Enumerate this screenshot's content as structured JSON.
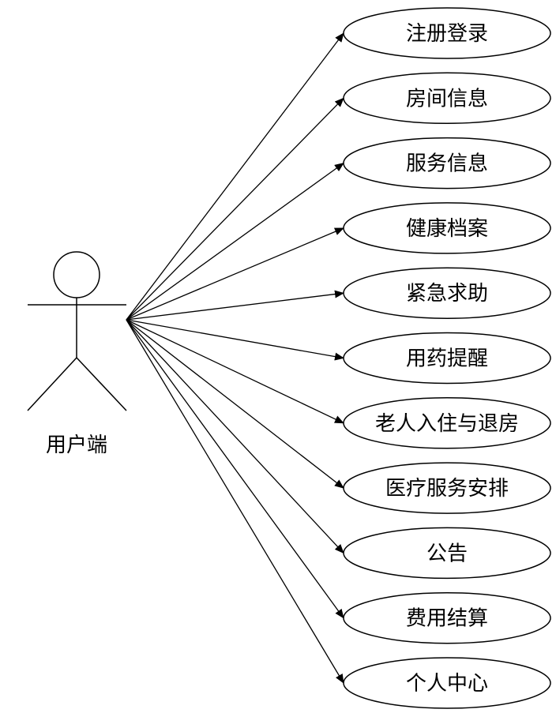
{
  "actor": {
    "label": "用户端"
  },
  "use_cases": [
    {
      "label": "注册登录"
    },
    {
      "label": "房间信息"
    },
    {
      "label": "服务信息"
    },
    {
      "label": "健康档案"
    },
    {
      "label": "紧急求助"
    },
    {
      "label": "用药提醒"
    },
    {
      "label": "老人入住与退房"
    },
    {
      "label": "医疗服务安排"
    },
    {
      "label": "公告"
    },
    {
      "label": "费用结算"
    },
    {
      "label": "个人中心"
    }
  ],
  "colors": {
    "stroke": "#000000",
    "background": "#ffffff"
  }
}
